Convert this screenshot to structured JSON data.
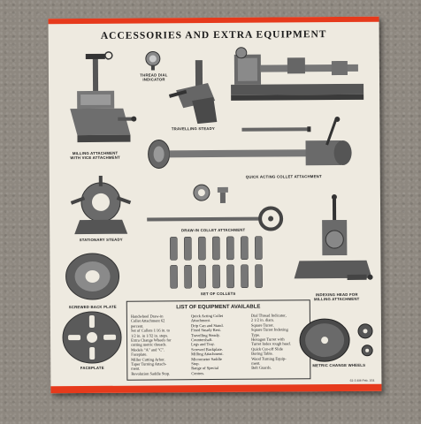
{
  "page": {
    "title": "ACCESSORIES AND EXTRA EQUIPMENT",
    "footer_code": "61-3 4M-Feb. 164"
  },
  "captions": {
    "thread_dial": "THREAD DIAL\nINDICATOR",
    "milling": "MILLING ATTACHMENT\nWITH VICE ATTACHMENT",
    "travelling_steady": "TRAVELLING STEADY",
    "collet_attachment": "QUICK ACTING COLLET ATTACHMENT",
    "stationary_steady": "STATIONARY STEADY",
    "drawin_collet": "DRAW-IN COLLET ATTACHMENT",
    "set_collets": "SET OF COLLETS",
    "indexing_head": "INDEXING HEAD FOR\nMILLING ATTACHMENT",
    "screwed_back_plate": "SCREWED BACK PLATE",
    "faceplate": "FACEPLATE",
    "metric_wheels": "METRIC CHANGE WHEELS"
  },
  "equipment_list": {
    "title": "LIST OF EQUIPMENT AVAILABLE",
    "columns": [
      [
        "Handwheel Draw-in",
        "Collet Attachment 62",
        "percent.",
        "Set of Collets 1/16 in. to",
        "1/2 in. in 1/32 in. steps.",
        "Extra Change Wheels for",
        "cutting metric threads.",
        "Models \"A\" and \"C\".",
        "Faceplate.",
        "Miller Cutting Arbor.",
        "Taper Turning Attach-",
        "ment.",
        "Revolution Saddle Stop."
      ],
      [
        "Quick Acting Collet",
        "Attachment.",
        "Drip Can and Stand.",
        "Fixed Steady Rest.",
        "Travelling Steady.",
        "Countershaft.",
        "Legs and Tray.",
        "Screwed Backplate.",
        "Milling Attachment.",
        "Micrometer Saddle",
        "Stop.",
        "Range of Special",
        "Centres."
      ],
      [
        "Dial Thread Indicator,",
        "2 1/2 in. diam.",
        "Square Turret.",
        "Square Turret Indexing",
        "Type.",
        "Hexagon Turret with",
        "Turret Index rough head.",
        "Quick Cut-off Slide",
        "Boring Table.",
        "Wood Turning Equip-",
        "ment.",
        "Belt Guards."
      ]
    ]
  },
  "colors": {
    "paper": "#eeeae0",
    "accent_red": "#e63a1c",
    "background": "#8e8880"
  }
}
